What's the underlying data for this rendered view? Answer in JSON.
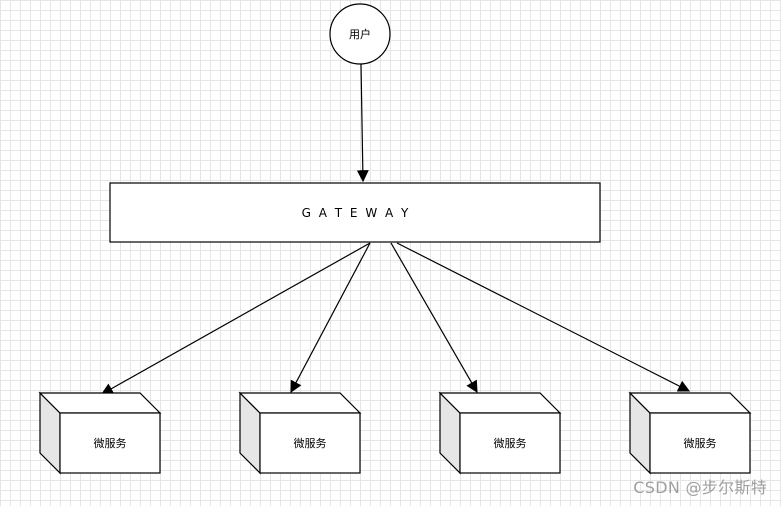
{
  "diagram": {
    "user_label": "用户",
    "gateway_label": "G A T E W A Y",
    "service_label": "微服务",
    "service_count": 4,
    "watermark": "CSDN @步尔斯特",
    "colors": {
      "stroke": "#000000",
      "box_fill": "#ffffff",
      "box_side": "#e6e6e6",
      "watermark": "#9a9a9a"
    }
  }
}
